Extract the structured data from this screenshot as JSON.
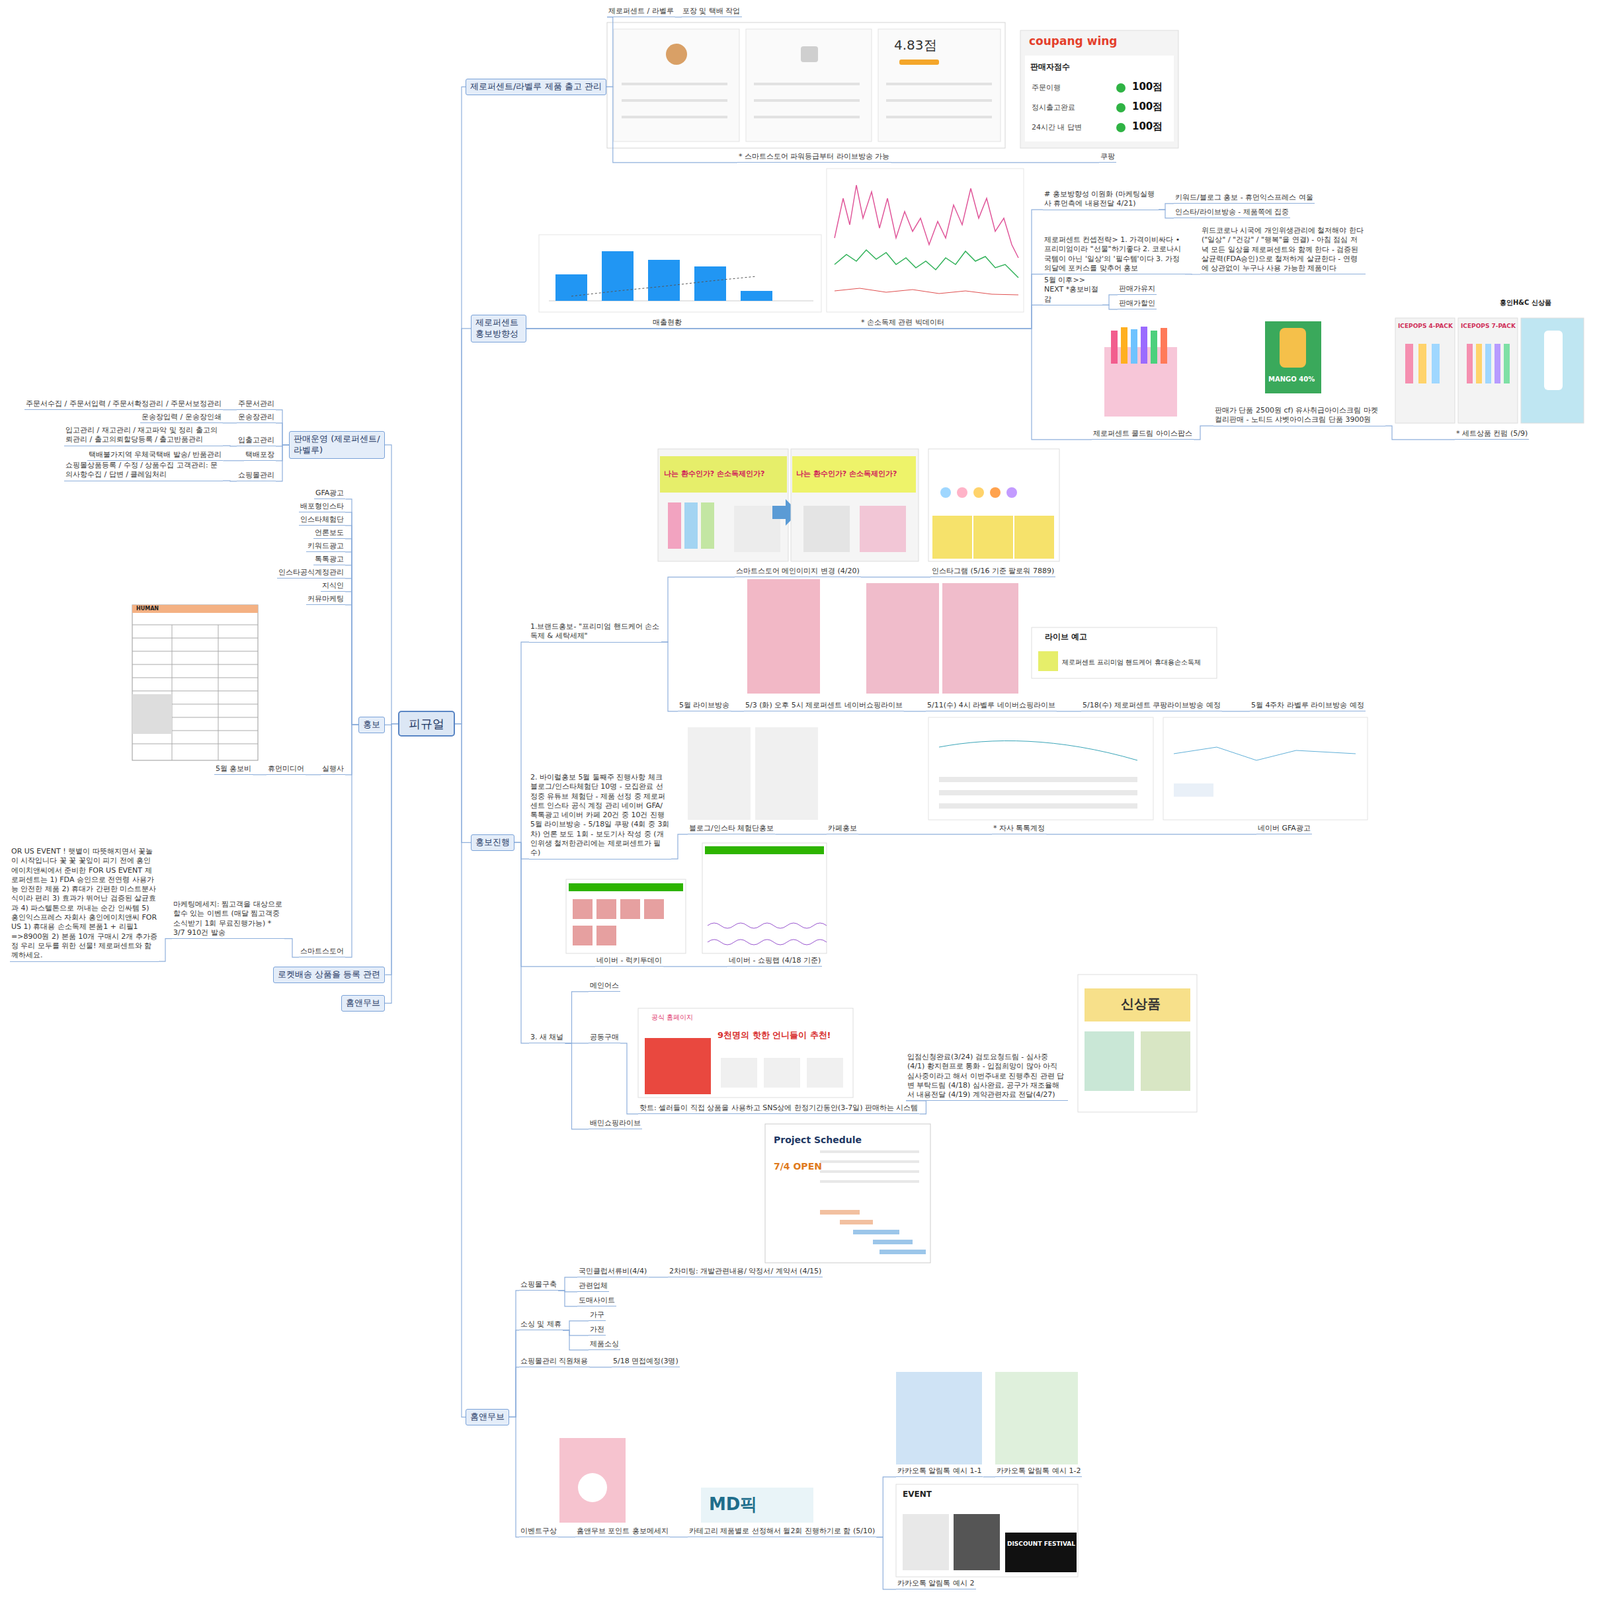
{
  "diagram": {
    "nodes": [
      {
        "text": [
          "피규얼"
        ]
      },
      {
        "text": [
          "제로퍼센트/라벨루 제품 출고 관리"
        ]
      },
      {
        "text": [
          "제로퍼센트 / 라벨루"
        ]
      },
      {
        "text": [
          "포장 및 택배 작업"
        ]
      },
      {
        "text": [
          "* 스마트스토어 파워등급부터 라이브방송 가능"
        ]
      },
      {
        "text": [
          "쿠팡"
        ]
      },
      {
        "text": [
          "제로퍼센트 홍보방향성"
        ]
      },
      {
        "text": [
          "매출현황"
        ]
      },
      {
        "text": [
          "* 손소독제 관련 빅데이터"
        ]
      },
      {
        "text": [
          "# 홍보방향성 이원화 (마케팅실행사 휴먼측에 내용전달 4/21)"
        ]
      },
      {
        "text": [
          "키워드/블로그 홍보 - 휴먼익스프레스 여울"
        ]
      },
      {
        "text": [
          "인스타/라이브방송 - 제품쪽에 집중"
        ]
      },
      {
        "text": [
          "제로퍼센트 컨셉전략> 1. 가격이비싸다 • 프리미엄이라 \"선물\"하기좋다 2. 코로나시국템이 아닌 '일상'의 '필수템'이다 3. 가정의달에 포커스를 맞추어 홍보"
        ]
      },
      {
        "text": [
          "위드코로나 시국에 개인위생관리에 철저해야 한다 (\"일상\" / \"건강\" / \"행복\"을 연결) - 아침 점심 저녁 모든 일상을 제로퍼센트와 함께 한다 - 검증된 살균력(FDA승인)으로 철저하게 살균한다 - 연령에 상관없이 누구나 사용 가능한 제품이다"
        ]
      },
      {
        "text": [
          "5월 이후>> NEXT *홍보비절감"
        ]
      },
      {
        "text": [
          "판매가유지"
        ]
      },
      {
        "text": [
          "판매가할인"
        ]
      },
      {
        "text": [
          "제로퍼센트 쿨드림 아이스팝스"
        ]
      },
      {
        "text": [
          "판매가 단품 2500원 cf) 유사취급아이스크림 마켓컬리판매 - 노티드 샤벳아이스크림 단품 3900원"
        ]
      },
      {
        "text": [
          "* 세트상품 컨펌 (5/9)"
        ]
      },
      {
        "text": [
          "홍보진행"
        ]
      },
      {
        "text": [
          "1.브랜드홍보- \"프리미엄 핸드케어 손소독제 & 세탁세제\""
        ]
      },
      {
        "text": [
          "스마트스토어 메인이미지 변경 (4/20)"
        ]
      },
      {
        "text": [
          "인스타그램 (5/16 기준 팔로워 7889)"
        ]
      },
      {
        "text": [
          "5월 라이브방송"
        ]
      },
      {
        "text": [
          "5/3 (화) 오후 5시 제로퍼센트 네이버쇼핑라이브"
        ]
      },
      {
        "text": [
          "5/11(수) 4시 라벨루 네이버쇼핑라이브"
        ]
      },
      {
        "text": [
          "5/18(수) 제로퍼센트 쿠팡라이브방송 예정"
        ]
      },
      {
        "text": [
          "5월 4주차 라벨루 라이브방송 예정"
        ]
      },
      {
        "text": [
          "2. 바이럴홍보 5월 둘째주 진행사항 체크 블로그/인스타체험단 10명 - 모집완료 선정중 유튜브 체험단 - 제품 선정 중 제로퍼센트 인스타 공식 계정 관리 네이버 GFA/톡톡광고 네이버 카페 20건 중 10건 진행 5월 라이브방송 - 5/18일 쿠팡 (4회 중 3회차) 언론 보도 1회 - 보도기사 작성 중 (개인위생 철저한관리에는 제로퍼센트가 필수)"
        ]
      },
      {
        "text": [
          "블로그/인스타 체험단홍보"
        ]
      },
      {
        "text": [
          "카페홍보"
        ]
      },
      {
        "text": [
          "* 자사 톡톡계정"
        ]
      },
      {
        "text": [
          "네이버 GFA광고"
        ]
      },
      {
        "text": [
          "네이버 - 럭키투데이"
        ]
      },
      {
        "text": [
          "네이버 - 쇼핑랩 (4/18 기준)"
        ]
      },
      {
        "text": [
          "3. 새 채널"
        ]
      },
      {
        "text": [
          "메인어스"
        ]
      },
      {
        "text": [
          "공동구매"
        ]
      },
      {
        "text": [
          "핫트: 셀러들이 직접 상품을 사용하고 SNS상에 한정기간동안(3-7일) 판매하는 시스템"
        ]
      },
      {
        "text": [
          "입점신청완료(3/24) 검토요청드림 - 심사중 (4/1) 황지현프로 통화 - 입점희망이 많아 아직 심사중이라고 해서 이번주내로 진행추진 관련 답변 부탁드림 (4/18) 심사완료, 공구가 재조율해서 내용전달 (4/19) 계약관련자료 전달(4/27)"
        ]
      },
      {
        "text": [
          "배민쇼핑라이브"
        ]
      },
      {
        "text": [
          "홈앤무브"
        ]
      },
      {
        "text": [
          "쇼핑몰구축"
        ]
      },
      {
        "text": [
          "국민클럽서류비(4/4)"
        ]
      },
      {
        "text": [
          "2차미팅: 개발관련내용/ 약정서/ 계약서 (4/15)"
        ]
      },
      {
        "text": [
          "관련업체"
        ]
      },
      {
        "text": [
          "도매사이트"
        ]
      },
      {
        "text": [
          "소싱 및 제휴"
        ]
      },
      {
        "text": [
          "가구"
        ]
      },
      {
        "text": [
          "가전"
        ]
      },
      {
        "text": [
          "제품소싱"
        ]
      },
      {
        "text": [
          "쇼핑몰관리 직원채용"
        ]
      },
      {
        "text": [
          "5/18 면접예정(3명)"
        ]
      },
      {
        "text": [
          "이벤트구상"
        ]
      },
      {
        "text": [
          "홈앤무브 포인트 홍보메세지"
        ]
      },
      {
        "text": [
          "카테고리 제품별로 선정해서 월2회 진행하기로 함 (5/10)"
        ]
      },
      {
        "text": [
          "카카오톡 알림톡 예시 1-1"
        ]
      },
      {
        "text": [
          "카카오톡 알림톡 예시 1-2"
        ]
      },
      {
        "text": [
          "카카오톡 알림톡 예시 2"
        ]
      },
      {
        "text": [
          "판매운영 (제로퍼센트/라벨루)"
        ]
      },
      {
        "text": [
          "주문서관리"
        ]
      },
      {
        "text": [
          "주문서수집 / 주문서입력 / 주문서확정관리 / 주문서보정관리"
        ]
      },
      {
        "text": [
          "운송장관리"
        ]
      },
      {
        "text": [
          "운송장입력 / 운송장인쇄"
        ]
      },
      {
        "text": [
          "입출고관리"
        ]
      },
      {
        "text": [
          "입고관리 / 재고관리 / 재고파악 및 정리 출고의뢰관리 / 출고의뢰할당등록 / 출고반품관리"
        ]
      },
      {
        "text": [
          "택배포장"
        ]
      },
      {
        "text": [
          "택배불가지역 우체국택배 발송/ 반품관리"
        ]
      },
      {
        "text": [
          "쇼핑몰관리"
        ]
      },
      {
        "text": [
          "쇼핑몰상품등록 / 수정 / 상품수집 고객관리: 문의사항수집 / 답변 / 클레임처리"
        ]
      },
      {
        "text": [
          "홍보"
        ]
      },
      {
        "text": [
          "GFA광고"
        ]
      },
      {
        "text": [
          "배포형인스타"
        ]
      },
      {
        "text": [
          "인스타체험단"
        ]
      },
      {
        "text": [
          "언론보도"
        ]
      },
      {
        "text": [
          "키워드광고"
        ]
      },
      {
        "text": [
          "톡톡광고"
        ]
      },
      {
        "text": [
          "인스타공식계정관리"
        ]
      },
      {
        "text": [
          "지식인"
        ]
      },
      {
        "text": [
          "커뮤마케팅"
        ]
      },
      {
        "text": [
          "실행사"
        ]
      },
      {
        "text": [
          "휴먼미디어"
        ]
      },
      {
        "text": [
          "5월 홍보비"
        ]
      },
      {
        "text": [
          "스마트스토어"
        ]
      },
      {
        "text": [
          "마케팅메세지: 찜고객을 대상으로 할수 있는 이벤트 (매달 찜고객중 소식받기 1회 무료진행가능) * 3/7 910건 발송"
        ]
      },
      {
        "text": [
          "OR US EVENT ! 햇볕이 따뜻해지면서 꽃놀이 시작입니다 꽃 꽃 꽃잎이 피기 전에 홍인에이치앤씨에서 준비한 FOR US EVENT 제로퍼센트는 1) FDA 승인으로 전연령 사용가능 안전한 제품 2) 휴대가 간편한 미스트분사식이라 편리 3) 효과가 뛰어난 검증된 살균효과 4) 파스텔톤으로 꺼내는 순간 인싸템 5) 홍인익스프레스 자회사 홍인에이치앤씨 FOR US 1) 휴대용 손소독제 본품1 + 리필1 =>8900원 2) 본품 10개 구매시 2개 추가증정 우리 모두를 위한 선물! 제로퍼센트와 함께하세요."
        ]
      },
      {
        "text": [
          "로켓배송 상품을 등록 관련"
        ]
      },
      {
        "text": [
          "홈앤무브"
        ]
      }
    ],
    "edges": [
      {
        "from": 0,
        "to": 1,
        "arrow": "none"
      },
      {
        "from": 0,
        "to": 6,
        "arrow": "none"
      },
      {
        "from": 0,
        "to": 20,
        "arrow": "none"
      },
      {
        "from": 0,
        "to": 42,
        "arrow": "none"
      },
      {
        "from": 0,
        "to": 60,
        "arrow": "none"
      },
      {
        "from": 0,
        "to": 71,
        "arrow": "none"
      },
      {
        "from": 0,
        "to": 87,
        "arrow": "none"
      },
      {
        "from": 0,
        "to": 88,
        "arrow": "none"
      },
      {
        "from": 1,
        "to": 2,
        "arrow": "none"
      },
      {
        "from": 2,
        "to": 3,
        "arrow": "none"
      },
      {
        "from": 1,
        "to": 4,
        "arrow": "none"
      },
      {
        "from": 4,
        "to": 5,
        "arrow": "none"
      },
      {
        "from": 6,
        "to": 7,
        "arrow": "none"
      },
      {
        "from": 7,
        "to": 8,
        "arrow": "none"
      },
      {
        "from": 6,
        "to": 9,
        "arrow": "none"
      },
      {
        "from": 9,
        "to": 10,
        "arrow": "none"
      },
      {
        "from": 9,
        "to": 11,
        "arrow": "none"
      },
      {
        "from": 6,
        "to": 12,
        "arrow": "none"
      },
      {
        "from": 12,
        "to": 13,
        "arrow": "none"
      },
      {
        "from": 6,
        "to": 14,
        "arrow": "none"
      },
      {
        "from": 14,
        "to": 15,
        "arrow": "none"
      },
      {
        "from": 14,
        "to": 16,
        "arrow": "none"
      },
      {
        "from": 6,
        "to": 17,
        "arrow": "none"
      },
      {
        "from": 17,
        "to": 18,
        "arrow": "none"
      },
      {
        "from": 18,
        "to": 19,
        "arrow": "none"
      },
      {
        "from": 20,
        "to": 21,
        "arrow": "none"
      },
      {
        "from": 21,
        "to": 22,
        "arrow": "none"
      },
      {
        "from": 22,
        "to": 23,
        "arrow": "none"
      },
      {
        "from": 21,
        "to": 24,
        "arrow": "none"
      },
      {
        "from": 24,
        "to": 25,
        "arrow": "none"
      },
      {
        "from": 25,
        "to": 26,
        "arrow": "none"
      },
      {
        "from": 26,
        "to": 27,
        "arrow": "none"
      },
      {
        "from": 27,
        "to": 28,
        "arrow": "none"
      },
      {
        "from": 20,
        "to": 29,
        "arrow": "none"
      },
      {
        "from": 29,
        "to": 30,
        "arrow": "none"
      },
      {
        "from": 30,
        "to": 31,
        "arrow": "none"
      },
      {
        "from": 31,
        "to": 32,
        "arrow": "none"
      },
      {
        "from": 32,
        "to": 33,
        "arrow": "none"
      },
      {
        "from": 20,
        "to": 34,
        "arrow": "none"
      },
      {
        "from": 34,
        "to": 35,
        "arrow": "none"
      },
      {
        "from": 20,
        "to": 36,
        "arrow": "none"
      },
      {
        "from": 36,
        "to": 37,
        "arrow": "none"
      },
      {
        "from": 36,
        "to": 38,
        "arrow": "none"
      },
      {
        "from": 38,
        "to": 39,
        "arrow": "none"
      },
      {
        "from": 39,
        "to": 40,
        "arrow": "none"
      },
      {
        "from": 36,
        "to": 41,
        "arrow": "none"
      },
      {
        "from": 42,
        "to": 43,
        "arrow": "none"
      },
      {
        "from": 43,
        "to": 44,
        "arrow": "none"
      },
      {
        "from": 44,
        "to": 45,
        "arrow": "none"
      },
      {
        "from": 43,
        "to": 46,
        "arrow": "none"
      },
      {
        "from": 43,
        "to": 47,
        "arrow": "none"
      },
      {
        "from": 42,
        "to": 48,
        "arrow": "none"
      },
      {
        "from": 48,
        "to": 49,
        "arrow": "none"
      },
      {
        "from": 48,
        "to": 50,
        "arrow": "none"
      },
      {
        "from": 48,
        "to": 51,
        "arrow": "none"
      },
      {
        "from": 42,
        "to": 52,
        "arrow": "none"
      },
      {
        "from": 52,
        "to": 53,
        "arrow": "none"
      },
      {
        "from": 42,
        "to": 54,
        "arrow": "none"
      },
      {
        "from": 54,
        "to": 55,
        "arrow": "none"
      },
      {
        "from": 55,
        "to": 56,
        "arrow": "none"
      },
      {
        "from": 56,
        "to": 57,
        "arrow": "none"
      },
      {
        "from": 57,
        "to": 58,
        "arrow": "none"
      },
      {
        "from": 56,
        "to": 59,
        "arrow": "none"
      },
      {
        "from": 60,
        "to": 61,
        "arrow": "none"
      },
      {
        "from": 61,
        "to": 62,
        "arrow": "none"
      },
      {
        "from": 60,
        "to": 63,
        "arrow": "none"
      },
      {
        "from": 63,
        "to": 64,
        "arrow": "none"
      },
      {
        "from": 60,
        "to": 65,
        "arrow": "none"
      },
      {
        "from": 65,
        "to": 66,
        "arrow": "none"
      },
      {
        "from": 60,
        "to": 67,
        "arrow": "none"
      },
      {
        "from": 67,
        "to": 68,
        "arrow": "none"
      },
      {
        "from": 60,
        "to": 69,
        "arrow": "none"
      },
      {
        "from": 69,
        "to": 70,
        "arrow": "none"
      },
      {
        "from": 71,
        "to": 72,
        "arrow": "none"
      },
      {
        "from": 71,
        "to": 73,
        "arrow": "none"
      },
      {
        "from": 71,
        "to": 74,
        "arrow": "none"
      },
      {
        "from": 71,
        "to": 75,
        "arrow": "none"
      },
      {
        "from": 71,
        "to": 76,
        "arrow": "none"
      },
      {
        "from": 71,
        "to": 77,
        "arrow": "none"
      },
      {
        "from": 71,
        "to": 78,
        "arrow": "none"
      },
      {
        "from": 71,
        "to": 79,
        "arrow": "none"
      },
      {
        "from": 71,
        "to": 80,
        "arrow": "none"
      },
      {
        "from": 71,
        "to": 81,
        "arrow": "none"
      },
      {
        "from": 81,
        "to": 82,
        "arrow": "none"
      },
      {
        "from": 82,
        "to": 83,
        "arrow": "none"
      },
      {
        "from": 71,
        "to": 84,
        "arrow": "none"
      },
      {
        "from": 84,
        "to": 85,
        "arrow": "none"
      },
      {
        "from": 85,
        "to": 86,
        "arrow": "none"
      }
    ],
    "labels": [
      "coupang wing",
      "판매자점수",
      "주문이행",
      "100점",
      "정시출고완료",
      "100점",
      "24시간 내 답변",
      "100점",
      "4.83점",
      "홍인H&C 신상품",
      "ICEPOPS 4-PACK",
      "ICEPOPS 7-PACK",
      "MANGO 40%",
      "나는 환수인가? 손소독제인가?",
      "나는 환수인가? 손소독제인가?",
      "라이브 예고",
      "제로퍼센트 프리미엄 핸드케어 휴대용손소독제",
      "공식 홈페이지",
      "9천명의 핫한 언니들이 추천!",
      "신상품",
      "Project Schedule",
      "7/4 OPEN",
      "MD픽",
      "EVENT",
      "DISCOUNT FESTIVAL",
      "HUMAN"
    ]
  }
}
